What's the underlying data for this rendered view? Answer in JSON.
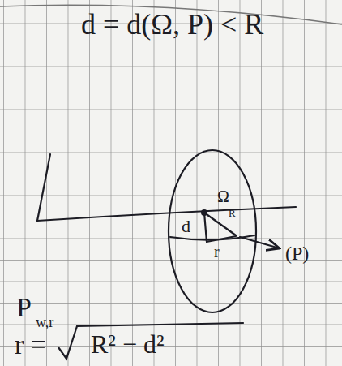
{
  "diagram": {
    "labels": [
      "d = d(Ω, P) < R",
      "d",
      "Ω",
      "R",
      "r",
      "(P)",
      "P",
      "w,r",
      "r =",
      "R² − d²"
    ]
  }
}
